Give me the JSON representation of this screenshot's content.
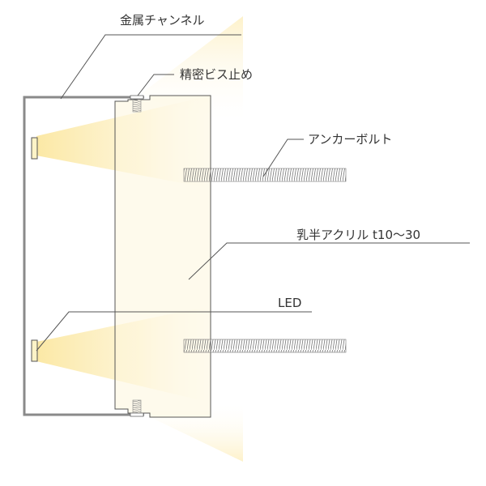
{
  "labels": {
    "channel": "金属チャンネル",
    "screw": "精密ビス止め",
    "anchor": "アンカーボルト",
    "acrylic": "乳半アクリル t10〜30",
    "led": "LED"
  },
  "colors": {
    "channel_stroke": "#8a8a8a",
    "acrylic_fill": "#fdf6dc",
    "light": "#fbe9a6",
    "led_body": "#fdf3c7",
    "bolt_stroke": "#777777"
  }
}
